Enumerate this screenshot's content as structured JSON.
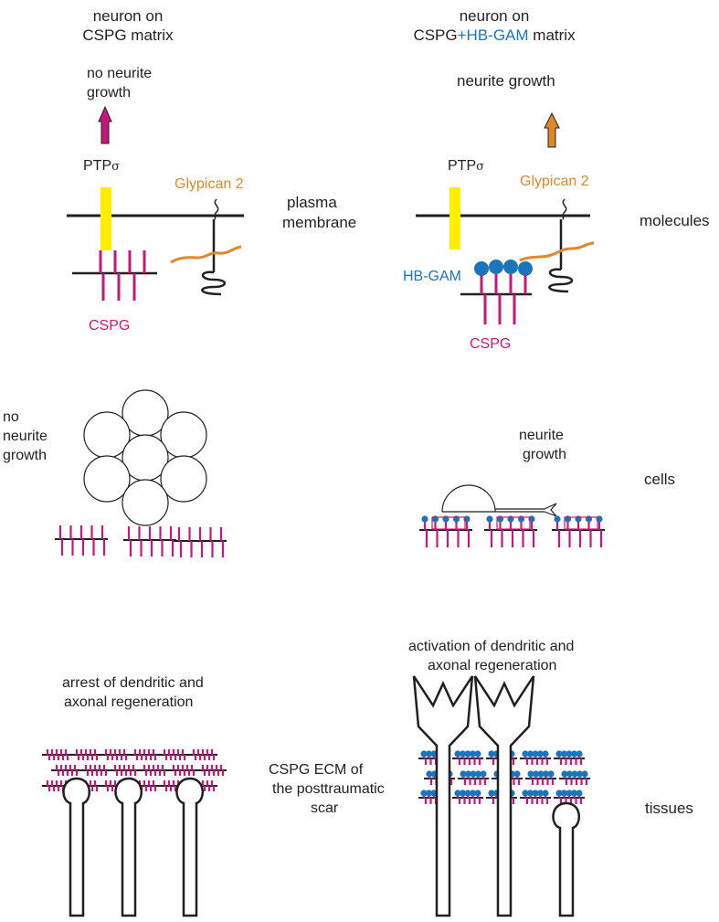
{
  "colors": {
    "ink": "#231f20",
    "cspg": "#c8177b",
    "hbgam": "#1b75bc",
    "glypican": "#e0872c",
    "ptp": "#ffee00",
    "arrow_magenta": "#c8177b",
    "arrow_orange": "#e0872c"
  },
  "left_header": {
    "line1": "neuron on",
    "line2": "CSPG matrix"
  },
  "right_header": {
    "line1": "neuron on",
    "line2_a": "CSPG",
    "line2_b": "+HB-GAM",
    "line2_c": " matrix"
  },
  "molecules": {
    "left_outcome_1": "no neurite",
    "left_outcome_2": "growth",
    "right_outcome": "neurite growth",
    "ptp_label": "PTP",
    "sigma": "σ",
    "glypican_label": "Glypican 2",
    "membrane_1": "plasma",
    "membrane_2": "membrane",
    "cspg_label": "CSPG",
    "hbgam_label": "HB-GAM",
    "row_label": "molecules"
  },
  "cells": {
    "left_outcome_1": "no",
    "left_outcome_2": "neurite",
    "left_outcome_3": "growth",
    "right_outcome_1": "neurite",
    "right_outcome_2": "growth",
    "row_label": "cells"
  },
  "tissues": {
    "left_outcome_1": "arrest of dendritic and",
    "left_outcome_2": "axonal regeneration",
    "right_outcome_1": "activation of dendritic and",
    "right_outcome_2": "axonal regeneration",
    "center_1": "CSPG  ECM of",
    "center_2": "the posttraumatic",
    "center_3": "scar",
    "row_label": "tissues"
  },
  "icons": {
    "up_arrow": "up-arrow-icon",
    "growth_cone": "growth-cone-icon",
    "neurite_tip": "neurite-tip-icon",
    "dendrite": "dendrite-icon"
  }
}
